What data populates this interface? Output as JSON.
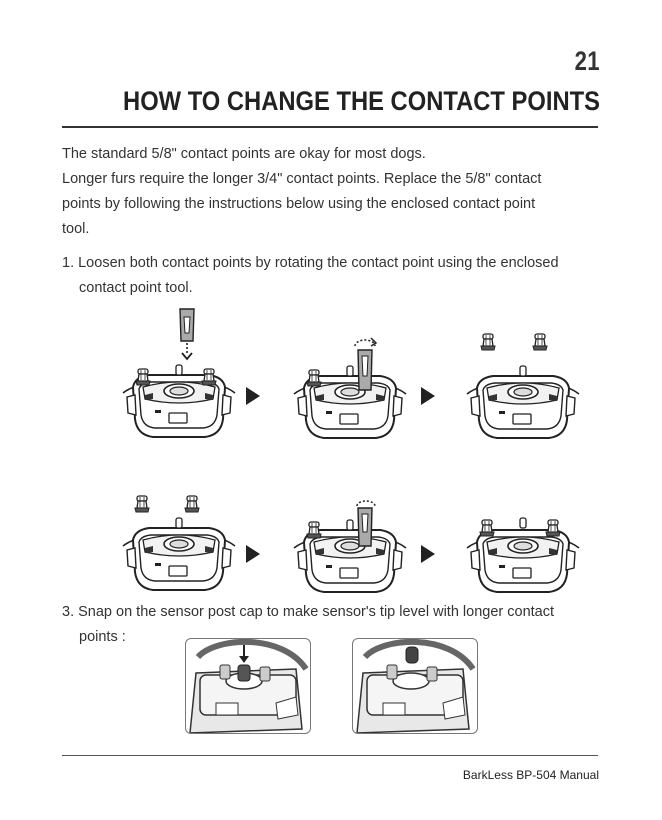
{
  "page_number": "21",
  "title": "HOW TO CHANGE THE CONTACT POINTS",
  "intro": [
    "The standard 5/8\" contact points are okay for most dogs.",
    "Longer furs require the longer 3/4\" contact points. Replace the 5/8\" contact",
    "points by following the instructions below using the enclosed contact point",
    "tool."
  ],
  "steps": {
    "step1": {
      "line1": "1. Loosen both contact points by rotating the contact point using the enclosed",
      "line2": "contact point tool."
    },
    "step3": {
      "line1": "3. Snap on the sensor post cap to make sensor's tip level with  longer contact",
      "line2": "points :"
    }
  },
  "icons": {
    "arrow": "play-arrow-icon",
    "tool": "contact-point-tool-icon",
    "rotate": "rotate-arrow-icon",
    "down": "down-arrow-icon"
  },
  "footer": "BarkLess BP-504 Manual"
}
